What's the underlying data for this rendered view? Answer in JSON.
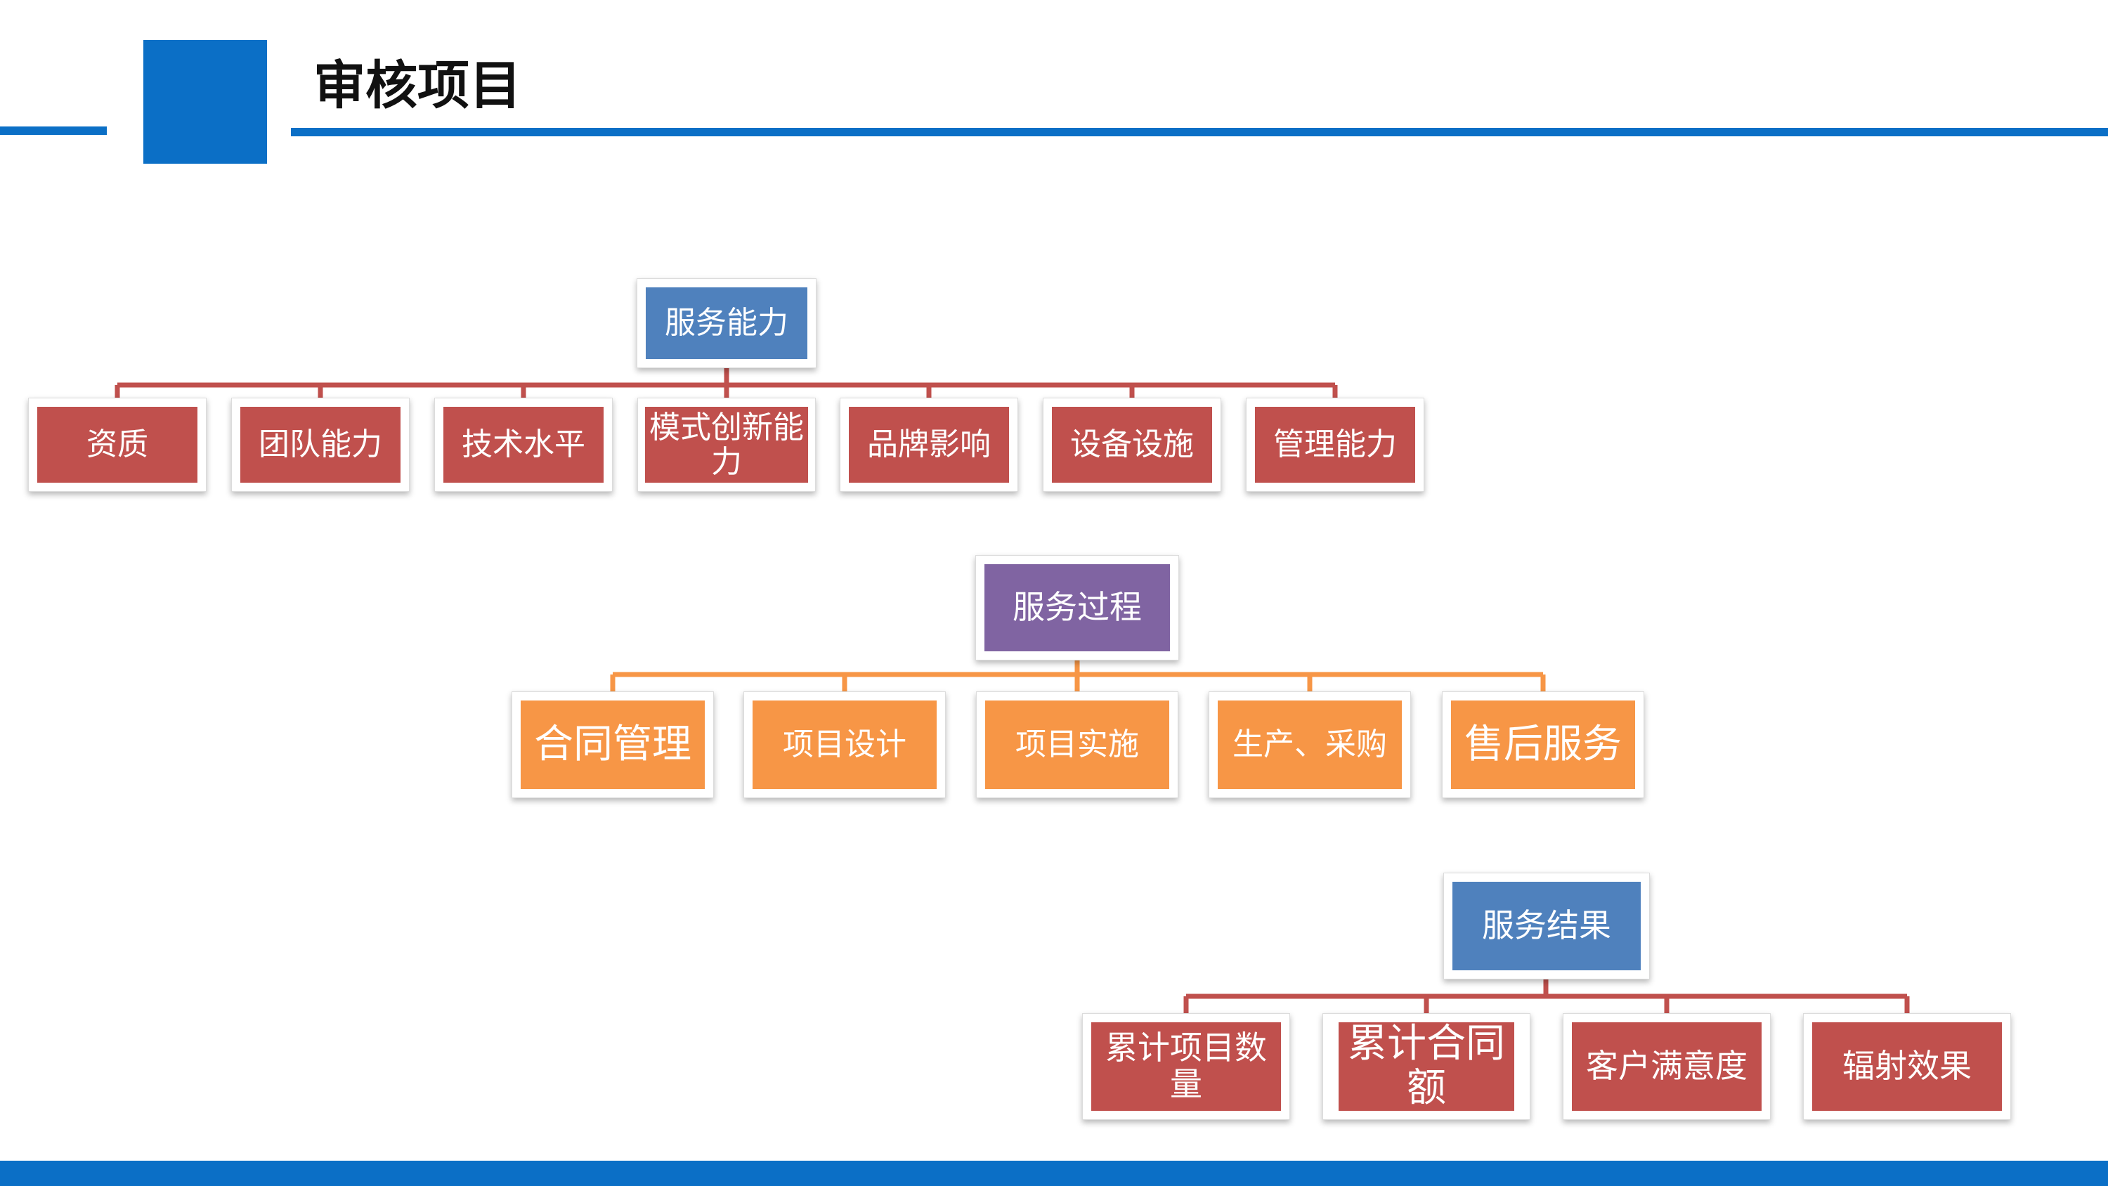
{
  "header": {
    "title": "审核项目"
  },
  "colors": {
    "accent": "#0b6fc6",
    "top_node_blue": "#4f81bd",
    "top_node_purple": "#8064a2",
    "child_red": "#c0504d",
    "child_orange": "#f79646",
    "connector_red": "#c0504d",
    "connector_orange": "#f79646"
  },
  "groups": [
    {
      "root": "服务能力",
      "children": [
        "资质",
        "团队能力",
        "技术水平",
        "模式创新能力",
        "品牌影响",
        "设备设施",
        "管理能力"
      ]
    },
    {
      "root": "服务过程",
      "children": [
        "合同管理",
        "项目设计",
        "项目实施",
        "生产、采购",
        "售后服务"
      ]
    },
    {
      "root": "服务结果",
      "children": [
        "累计项目数量",
        "累计合同额",
        "客户满意度",
        "辐射效果"
      ]
    }
  ]
}
